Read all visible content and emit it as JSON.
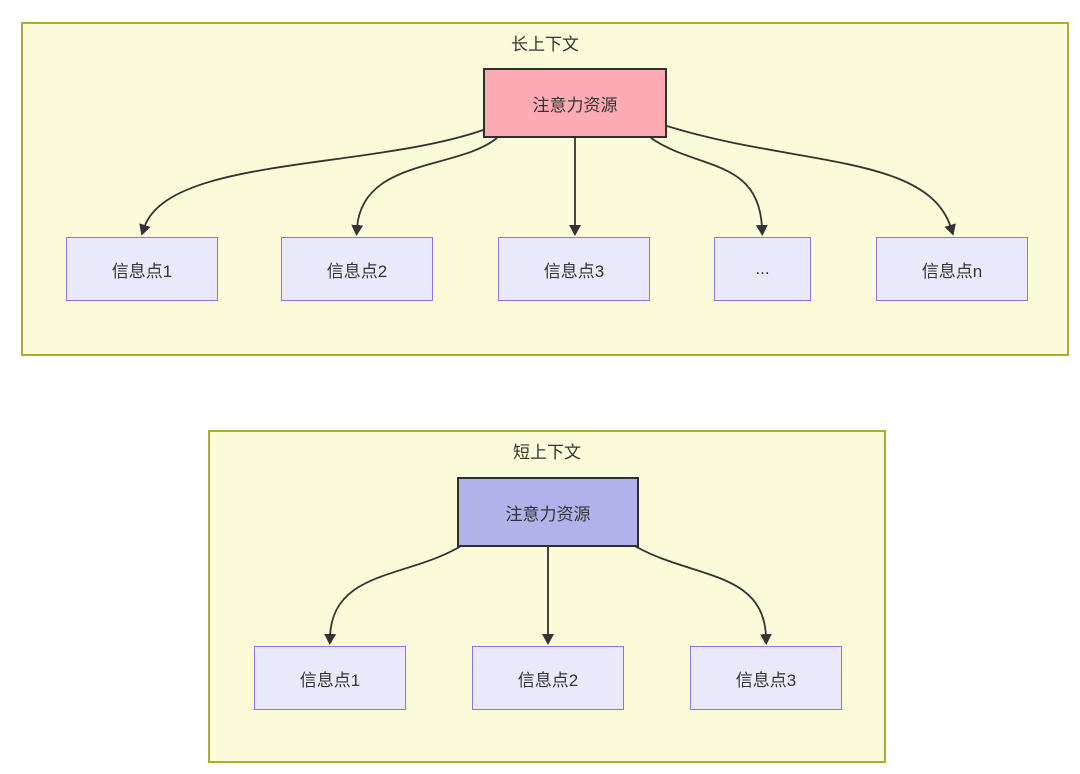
{
  "diagram": {
    "description_type": "flowchart",
    "panels": [
      {
        "title": "长上下文",
        "attention": {
          "label": "注意力资源",
          "fill": "#ffabb3"
        },
        "info_points": [
          "信息点1",
          "信息点2",
          "信息点3",
          "...",
          "信息点n"
        ],
        "edges": [
          "注意力资源->信息点1",
          "注意力资源->信息点2",
          "注意力资源->信息点3",
          "注意力资源->...",
          "注意力资源->信息点n"
        ]
      },
      {
        "title": "短上下文",
        "attention": {
          "label": "注意力资源",
          "fill": "#b2b2ea"
        },
        "info_points": [
          "信息点1",
          "信息点2",
          "信息点3"
        ],
        "edges": [
          "注意力资源->信息点1",
          "注意力资源->信息点2",
          "注意力资源->信息点3"
        ]
      }
    ],
    "colors": {
      "page_background": "#ffffff",
      "panel_fill": "#fbfbd9",
      "panel_border": "#abab3a",
      "attention_long_fill": "#ffabb3",
      "attention_short_fill": "#b2b2ea",
      "attention_border": "#2f2f2f",
      "info_fill": "#e9e9fb",
      "info_border": "#9370db",
      "arrow": "#333333",
      "text": "#333333"
    }
  }
}
